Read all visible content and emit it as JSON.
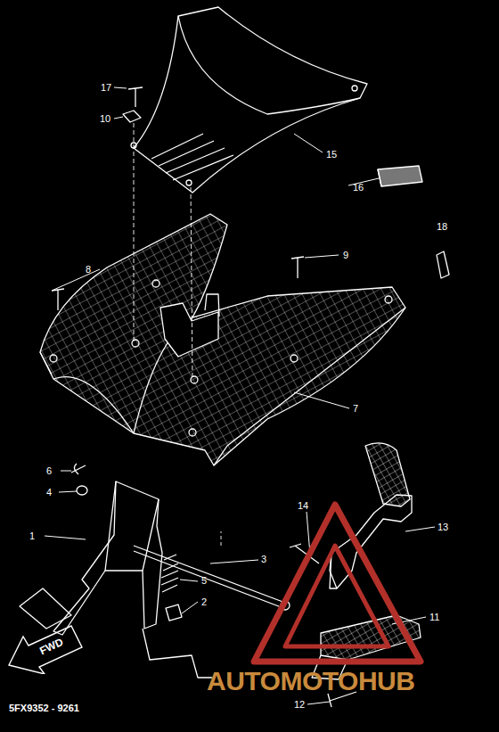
{
  "diagram": {
    "nodes": [
      {
        "text": [
          "FWD"
        ]
      }
    ],
    "labels": [
      "17",
      "10",
      "15",
      "16",
      "18",
      "8",
      "9",
      "7",
      "6",
      "4",
      "1",
      "5",
      "3",
      "2",
      "14",
      "13",
      "11",
      "12",
      "AUTOMOTOHUB",
      "5FX9352 - 9261"
    ]
  }
}
